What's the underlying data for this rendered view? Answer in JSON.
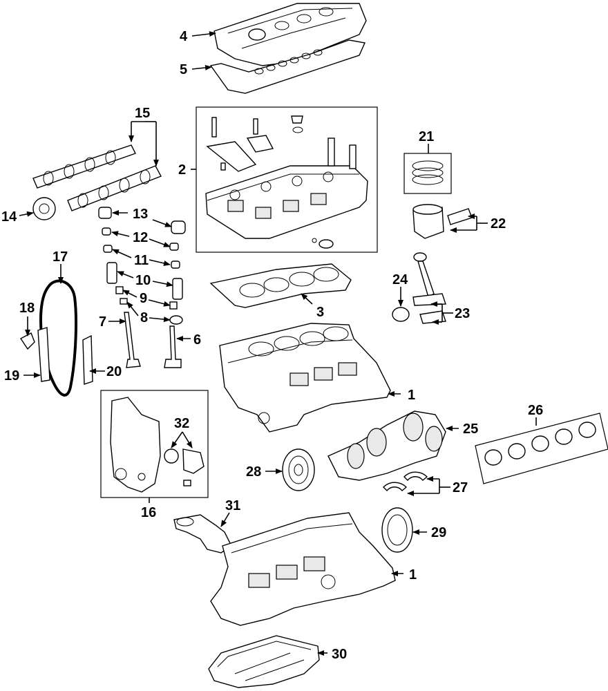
{
  "diagram": {
    "callouts": {
      "c1a": "1",
      "c1b": "1",
      "c2": "2",
      "c3": "3",
      "c4": "4",
      "c5": "5",
      "c6": "6",
      "c7": "7",
      "c8": "8",
      "c9": "9",
      "c10": "10",
      "c11": "11",
      "c12": "12",
      "c13": "13",
      "c14": "14",
      "c15": "15",
      "c16": "16",
      "c17": "17",
      "c18": "18",
      "c19": "19",
      "c20": "20",
      "c21": "21",
      "c22": "22",
      "c23": "23",
      "c24": "24",
      "c25": "25",
      "c26": "26",
      "c27": "27",
      "c28": "28",
      "c29": "29",
      "c30": "30",
      "c31": "31",
      "c32": "32"
    }
  }
}
